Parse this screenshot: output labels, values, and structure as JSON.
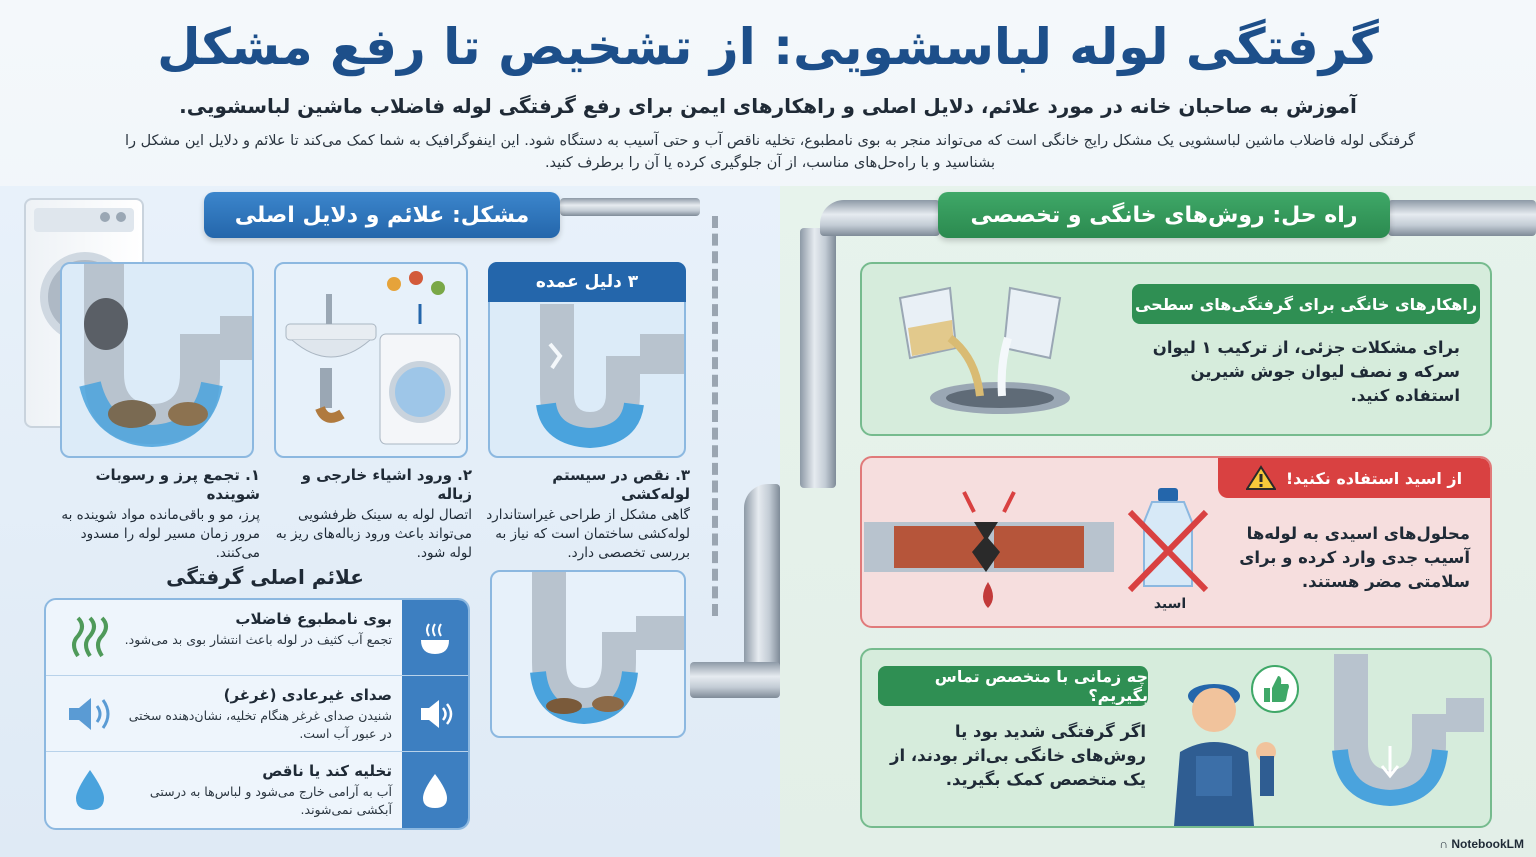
{
  "header": {
    "title": "گرفتگی لوله لباسشویی: از تشخیص تا رفع مشکل",
    "subtitle": "آموزش به صاحبان خانه در مورد علائم، دلایل اصلی و راهکارهای ایمن برای رفع گرفتگی لوله فاضلاب ماشین لباسشویی.",
    "intro": "گرفتگی لوله فاضلاب ماشین لباسشویی یک مشکل رایج خانگی است که می‌تواند منجر به بوی نامطبوع، تخلیه ناقص آب و حتی آسیب به دستگاه شود. این اینفوگرافیک به شما کمک می‌کند تا علائم و دلایل این مشکل را بشناسید و با راه‌حل‌های مناسب، از آن جلوگیری کرده یا آن را برطرف کنید."
  },
  "problem": {
    "banner": "مشکل: علائم و دلایل اصلی",
    "causes_header": "۳ دلیل عمده",
    "causes": [
      {
        "title": "۱. تجمع پرز و رسوبات شوینده",
        "desc": "پرز، مو و باقی‌مانده مواد شوینده به مرور زمان مسیر لوله را مسدود می‌کنند."
      },
      {
        "title": "۲. ورود اشیاء خارجی و زباله",
        "desc": "اتصال لوله به سینک ظرفشویی می‌تواند باعث ورود زباله‌های ریز به لوله شود."
      },
      {
        "title": "۳. نقص در سیستم لوله‌کشی",
        "desc": "گاهی مشکل از طراحی غیراستاندارد لوله‌کشی ساختمان است که نیاز به بررسی تخصصی دارد."
      }
    ],
    "symptoms_title": "علائم اصلی گرفتگی",
    "symptoms": [
      {
        "title": "بوی نامطبوع فاضلاب",
        "desc": "تجمع آب کثیف در لوله باعث انتشار بوی بد می‌شود.",
        "icon": "odor-icon"
      },
      {
        "title": "صدای غیرعادی (غرغر)",
        "desc": "شنیدن صدای غرغر هنگام تخلیه، نشان‌دهنده سختی در عبور آب است.",
        "icon": "speaker-icon"
      },
      {
        "title": "تخلیه کند یا ناقص",
        "desc": "آب به آرامی خارج می‌شود و لباس‌ها به درستی آبکشی نمی‌شوند.",
        "icon": "water-drop-icon"
      }
    ]
  },
  "solution": {
    "banner": "راه حل: روش‌های خانگی و تخصصی",
    "home_remedy": {
      "tag": "راهکارهای خانگی برای گرفتگی‌های سطحی",
      "text": "برای مشکلات جزئی، از ترکیب ۱ لیوان سرکه و نصف لیوان جوش شیرین استفاده کنید."
    },
    "acid_warning": {
      "tag": "از اسید استفاده نکنید!",
      "text": "محلول‌های اسیدی به لوله‌ها آسیب جدی وارد کرده و برای سلامتی مضر هستند.",
      "bottle_label": "اسید"
    },
    "expert": {
      "tag": "چه زمانی با متخصص تماس بگیریم؟",
      "text": "اگر گرفتگی شدید بود یا روش‌های خانگی بی‌اثر بودند، از یک متخصص کمک بگیرید."
    }
  },
  "branding": "NotebookLM",
  "colors": {
    "title_blue": "#1d4f8a",
    "problem_blue": "#2466ab",
    "solution_green": "#2b8a4f",
    "warning_red": "#d94141"
  }
}
